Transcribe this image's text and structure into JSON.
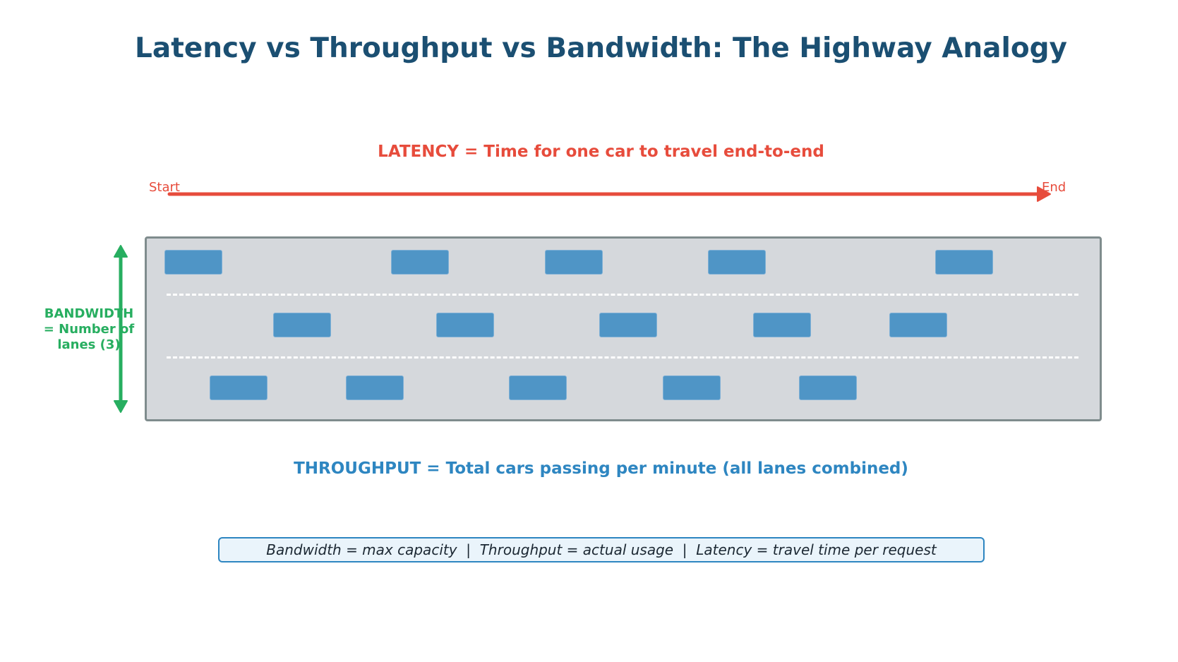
{
  "title": "Latency vs Throughput vs Bandwidth: The Highway Analogy",
  "latency": {
    "label": "LATENCY = Time for one car to travel end-to-end",
    "start_label": "Start",
    "end_label": "End",
    "color": "#e74c3c"
  },
  "bandwidth": {
    "line1": "BANDWIDTH",
    "line2": "= Number of",
    "line3": "lanes (3)",
    "color": "#27ae60"
  },
  "highway": {
    "lanes": 3,
    "road_color": "#d5d8dc",
    "border_color": "#7f8c8d",
    "car_color": "#4f95c6",
    "cars": [
      {
        "lane": 1,
        "count": 5
      },
      {
        "lane": 2,
        "count": 5
      },
      {
        "lane": 3,
        "count": 5
      }
    ]
  },
  "throughput": {
    "label": "THROUGHPUT = Total cars passing per minute (all lanes combined)",
    "color": "#2e86c1"
  },
  "summary": {
    "text": "Bandwidth = max capacity  |  Throughput = actual usage  |  Latency = travel time per request"
  },
  "colors": {
    "title": "#1b4f72",
    "summary_bg": "#eaf4fb",
    "summary_border": "#2e86c1"
  }
}
